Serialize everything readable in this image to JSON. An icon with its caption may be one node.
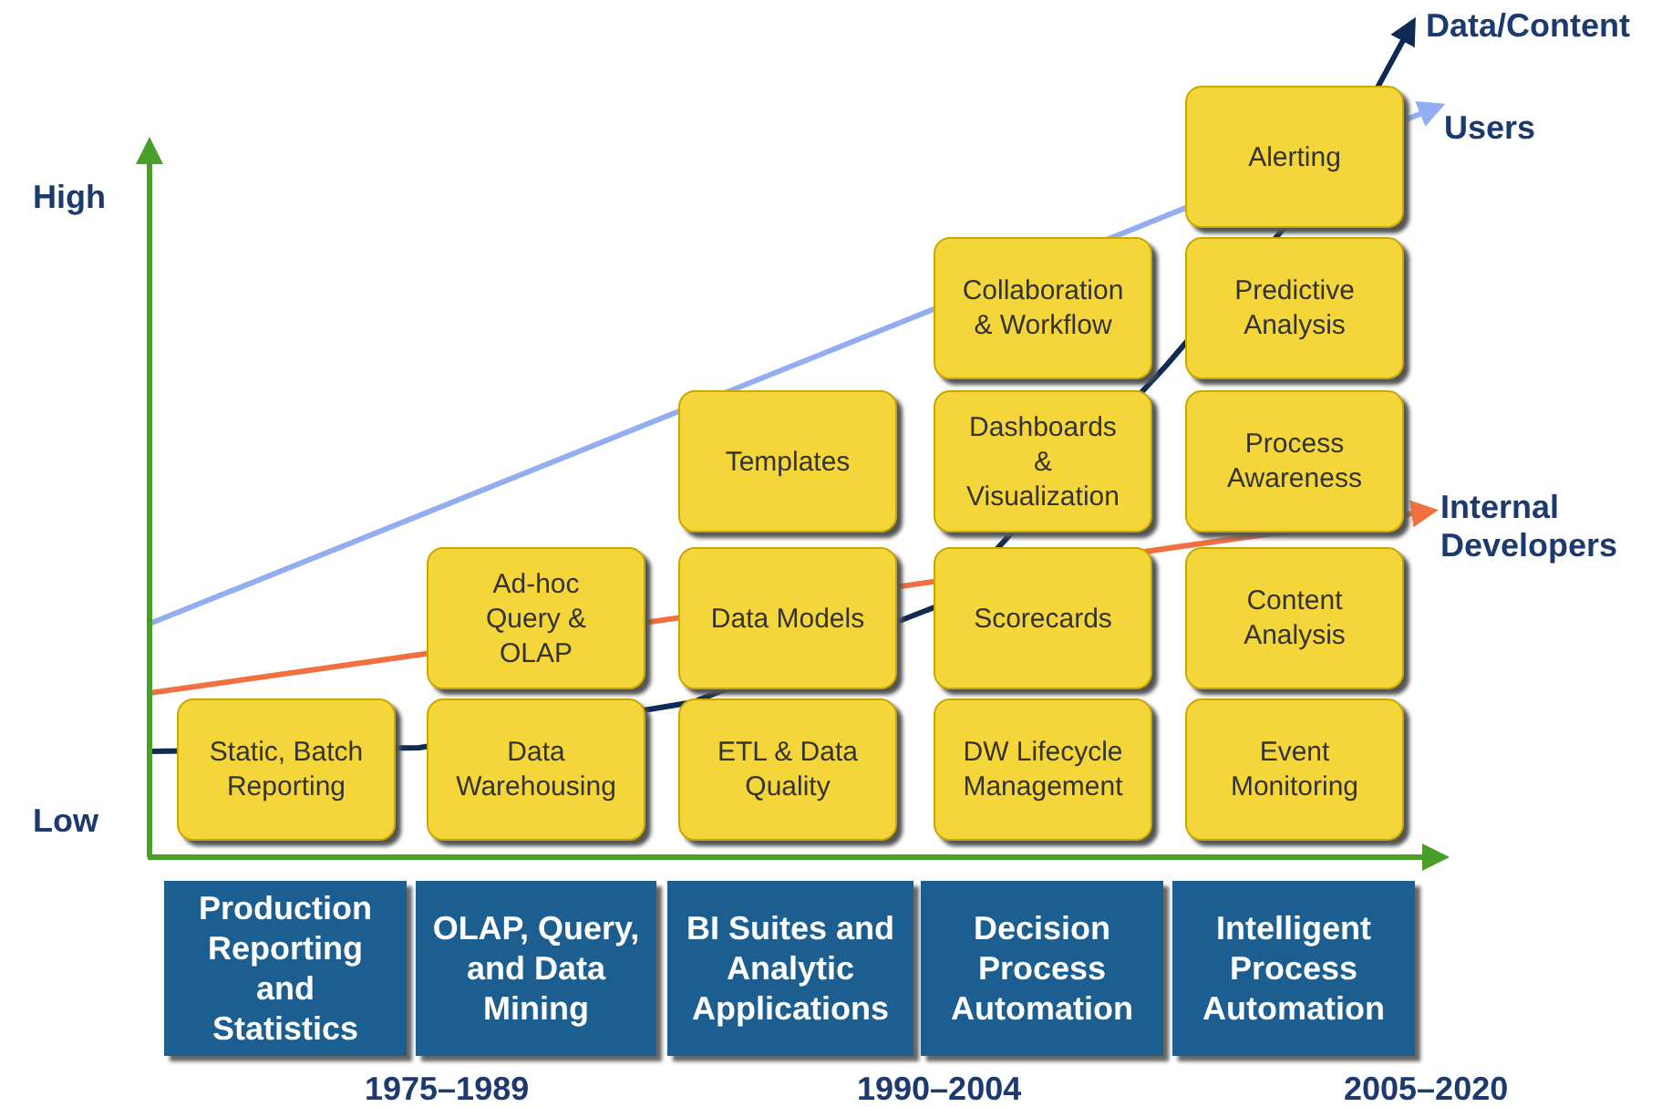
{
  "diagram": {
    "nodes": [
      {
        "text": [
          "Alerting"
        ]
      },
      {
        "text": [
          "Collaboration & Workflow"
        ]
      },
      {
        "text": [
          "Predictive Analysis"
        ]
      },
      {
        "text": [
          "Templates"
        ]
      },
      {
        "text": [
          "Dashboards & Visualization"
        ]
      },
      {
        "text": [
          "Process Awareness"
        ]
      },
      {
        "text": [
          "Ad-hoc Query & OLAP"
        ]
      },
      {
        "text": [
          "Data Models"
        ]
      },
      {
        "text": [
          "Scorecards"
        ]
      },
      {
        "text": [
          "Content Analysis"
        ]
      },
      {
        "text": [
          "Static, Batch Reporting"
        ]
      },
      {
        "text": [
          "Data Warehousing"
        ]
      },
      {
        "text": [
          "ETL & Data Quality"
        ]
      },
      {
        "text": [
          "DW Lifecycle Management"
        ]
      },
      {
        "text": [
          "Event Monitoring"
        ]
      },
      {
        "text": [
          "Production Reporting and Statistics"
        ]
      },
      {
        "text": [
          "OLAP, Query, and Data Mining"
        ]
      },
      {
        "text": [
          "BI Suites and Analytic Applications"
        ]
      },
      {
        "text": [
          "Decision Process Automation"
        ]
      },
      {
        "text": [
          "Intelligent Process Automation"
        ]
      }
    ],
    "labels": [
      "Data/Content",
      "High",
      "Users",
      "Internal Developers",
      "Low",
      "1975–1989",
      "1990–2004",
      "2005–2020"
    ]
  }
}
